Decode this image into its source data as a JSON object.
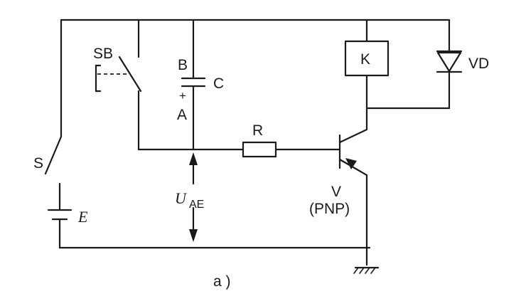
{
  "labels": {
    "switch_sb": "SB",
    "node_b": "B",
    "capacitor_c": "C",
    "polarity_plus": "+",
    "node_a": "A",
    "relay_k": "K",
    "diode_vd": "VD",
    "resistor_r": "R",
    "switch_s": "S",
    "voltage_u": "U",
    "voltage_u_sub": "AE",
    "transistor_v": "V",
    "transistor_type": "(PNP)",
    "battery_e": "E",
    "caption": "a )"
  }
}
